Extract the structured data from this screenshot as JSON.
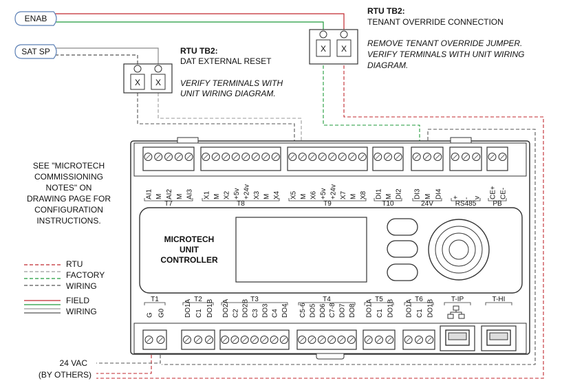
{
  "inputs": {
    "enab": "ENAB",
    "sat_sp": "SAT SP"
  },
  "tb2_reset": {
    "title": "RTU TB2:",
    "subtitle": "DAT EXTERNAL RESET",
    "note_line1": "VERIFY TERMINALS WITH",
    "note_line2": "UNIT WIRING DIAGRAM."
  },
  "tb2_override": {
    "title": "RTU TB2:",
    "subtitle": "TENANT OVERRIDE CONNECTION",
    "note_line1": "REMOVE TENANT OVERRIDE JUMPER.",
    "note_line2": "VERIFY TERMINALS WITH UNIT WIRING",
    "note_line3": "DIAGRAM."
  },
  "terminal_mark": "X",
  "see_note": [
    "SEE \"MICROTECH",
    "COMMISSIONING",
    "NOTES\" ON",
    "DRAWING PAGE FOR",
    "CONFIGURATION",
    "INSTRUCTIONS."
  ],
  "legend": {
    "rtu": "RTU",
    "factory": "FACTORY",
    "wiring1": "WIRING",
    "field": "FIELD",
    "wiring2": "WIRING"
  },
  "power": {
    "line1": "24 VAC",
    "line2": "(BY OTHERS)"
  },
  "controller": {
    "line1": "MICROTECH",
    "line2": "UNIT",
    "line3": "CONTROLLER"
  },
  "top_groups": [
    {
      "name": "T7",
      "pins": [
        "AI1",
        "M",
        "AI2",
        "M",
        "AI3"
      ]
    },
    {
      "name": "T8",
      "pins": [
        "X1",
        "M",
        "X2",
        "+5v",
        "+24v",
        "X3",
        "M",
        "X4"
      ]
    },
    {
      "name": "T9",
      "pins": [
        "X5",
        "M",
        "X6",
        "+5v",
        "+24v",
        "X7",
        "M",
        "X8"
      ]
    },
    {
      "name": "T10",
      "pins": [
        "DI1",
        "M",
        "DI2"
      ]
    },
    {
      "name": "24V",
      "pins": [
        "DI3",
        "M",
        "DI4"
      ]
    },
    {
      "name": "RS485",
      "pins": [
        "+",
        "-",
        "v"
      ]
    },
    {
      "name": "PB",
      "pins": [
        "CE+",
        "CE-"
      ]
    }
  ],
  "bottom_groups": [
    {
      "name": "T1",
      "pins": [
        "G",
        "G0"
      ]
    },
    {
      "name": "T2",
      "pins": [
        "DO1A",
        "C1",
        "DO1B"
      ]
    },
    {
      "name": "T3",
      "pins": [
        "DO2A",
        "C2",
        "DO2B",
        "C3",
        "DO3",
        "C4",
        "DO4"
      ]
    },
    {
      "name": "T4",
      "pins": [
        "C5-6",
        "DO5",
        "DO6",
        "C7-8",
        "DO7",
        "DO8"
      ]
    },
    {
      "name": "T5",
      "pins": [
        "DO1A",
        "C1",
        "DO1B"
      ]
    },
    {
      "name": "T6",
      "pins": [
        "DO1A",
        "C1",
        "DO1B"
      ]
    },
    {
      "name": "T-IP",
      "pins": []
    },
    {
      "name": "T-HI",
      "pins": []
    }
  ],
  "colors": {
    "red": "#c0272d",
    "green": "#1e9a3a",
    "gray": "#8a8a8a",
    "blue_outline": "#5b7fb5"
  }
}
